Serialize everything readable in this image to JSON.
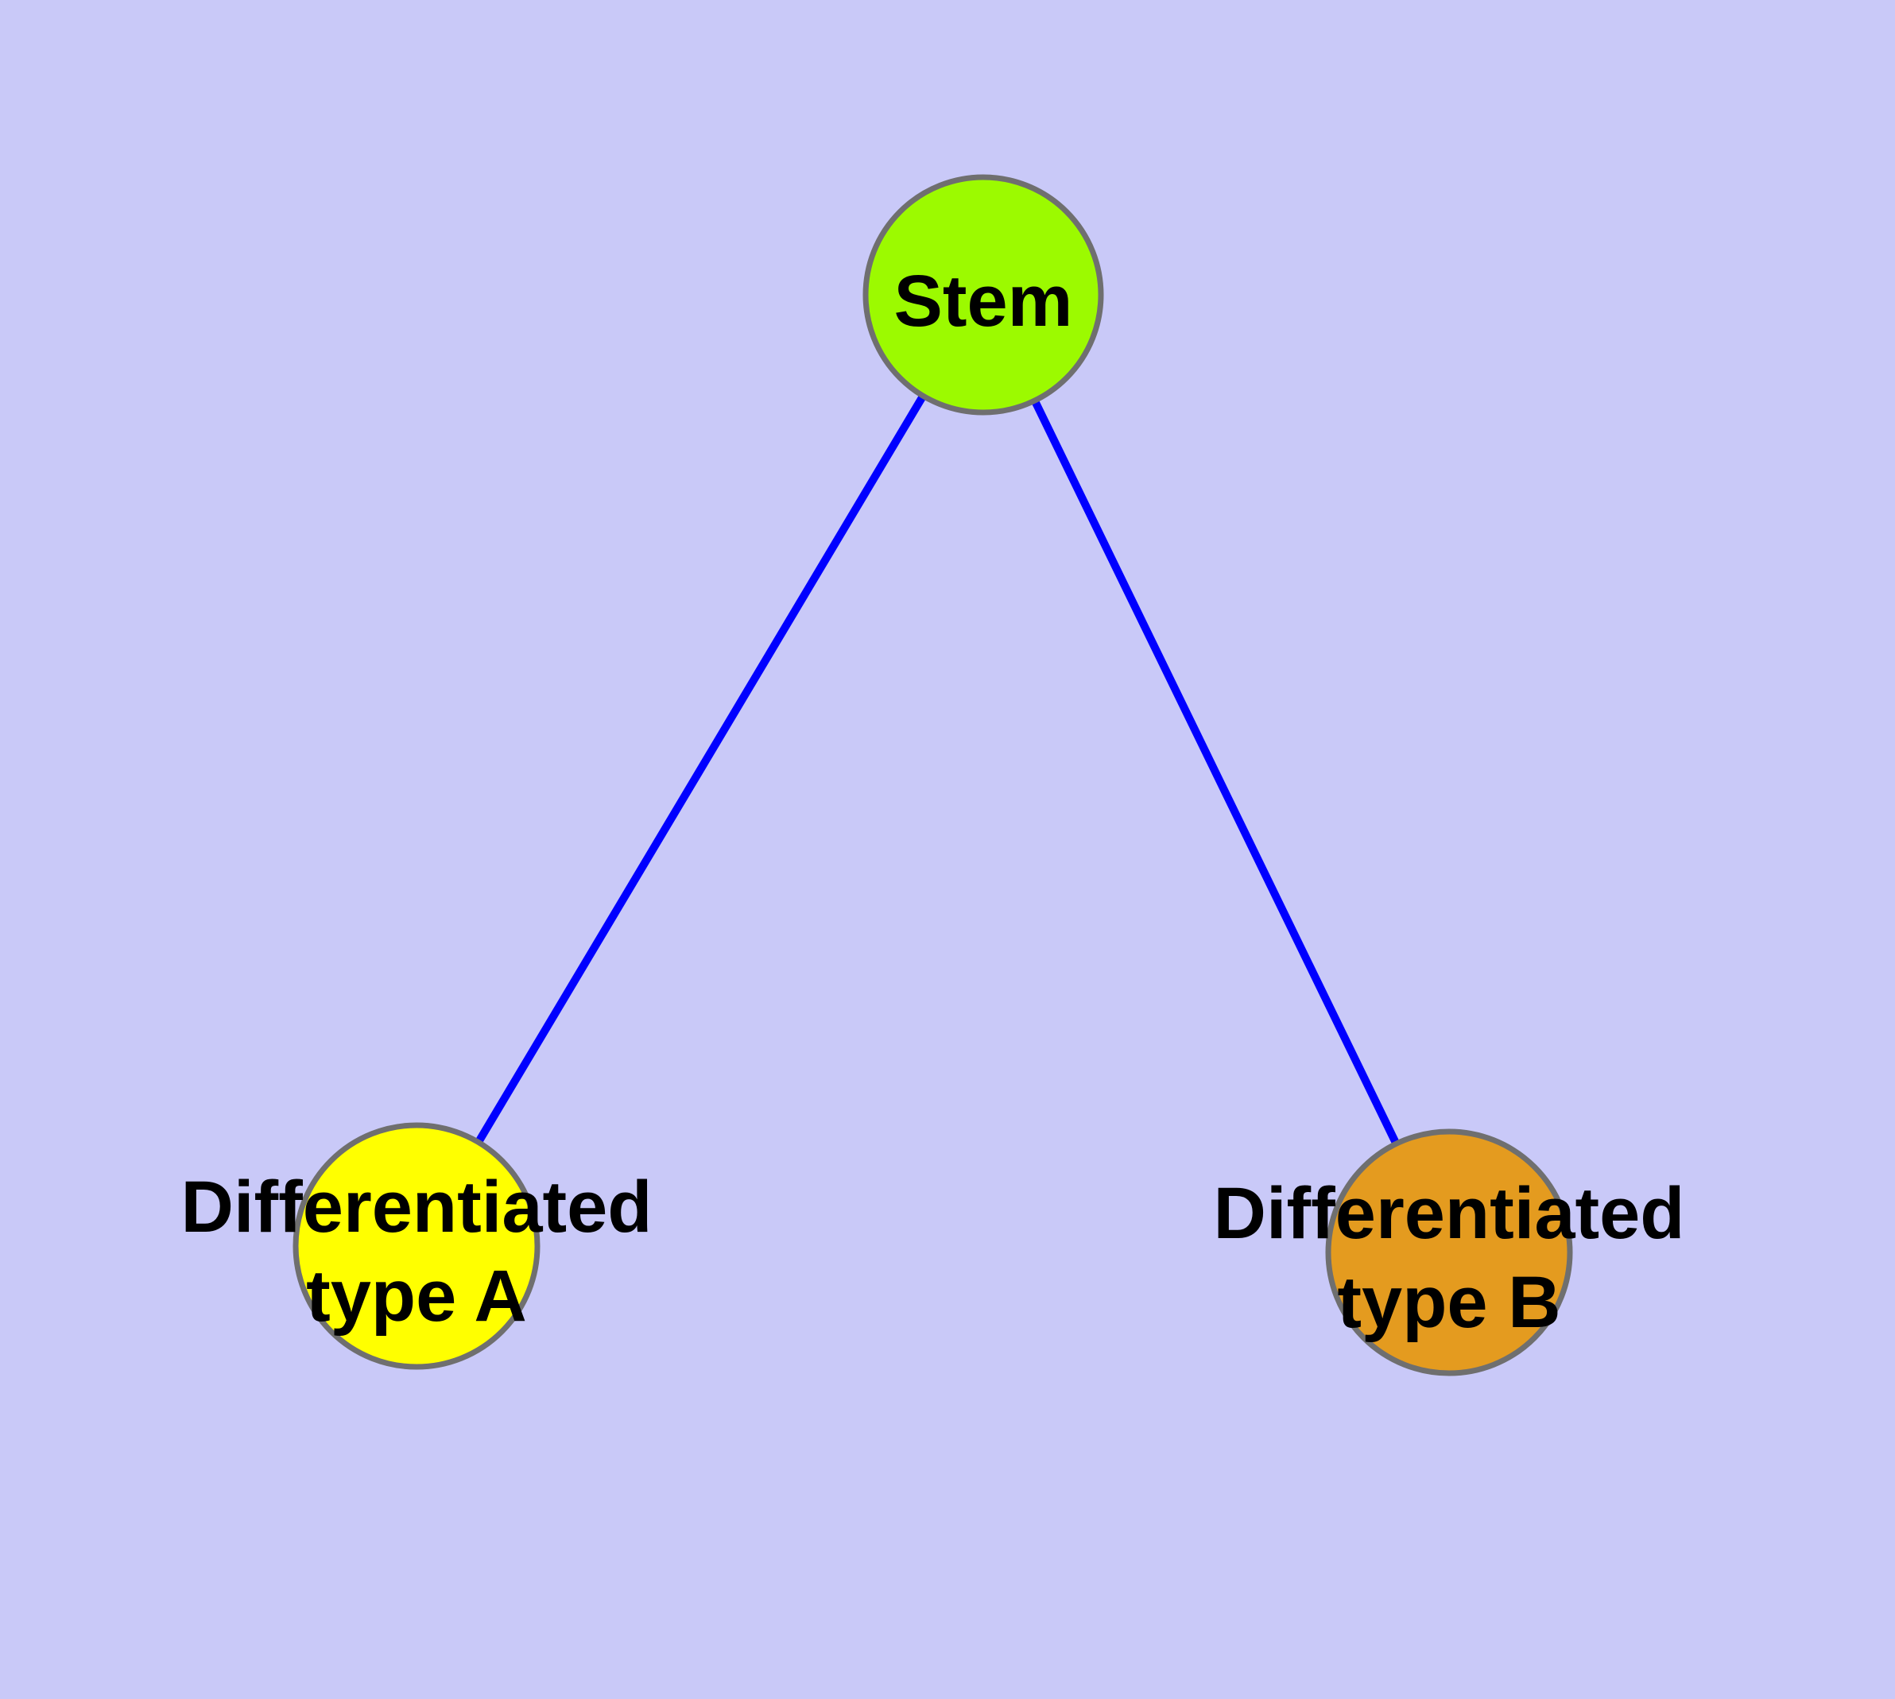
{
  "diagram": {
    "background_color": "#C9C9F8",
    "edge_color": "#0000FF",
    "node_border_color": "#6F6F6F",
    "text_color": "#000000",
    "nodes": {
      "stem": {
        "label": "Stem",
        "fill": "#9CFA00"
      },
      "type_a": {
        "label_line1": "Differentiated",
        "label_line2": "type A",
        "fill": "#FFFF00"
      },
      "type_b": {
        "label_line1": "Differentiated",
        "label_line2": "type B",
        "fill": "#E49B1F"
      }
    },
    "edges": [
      {
        "from": "Stem",
        "to": "Differentiated type A"
      },
      {
        "from": "Stem",
        "to": "Differentiated type B"
      }
    ]
  }
}
